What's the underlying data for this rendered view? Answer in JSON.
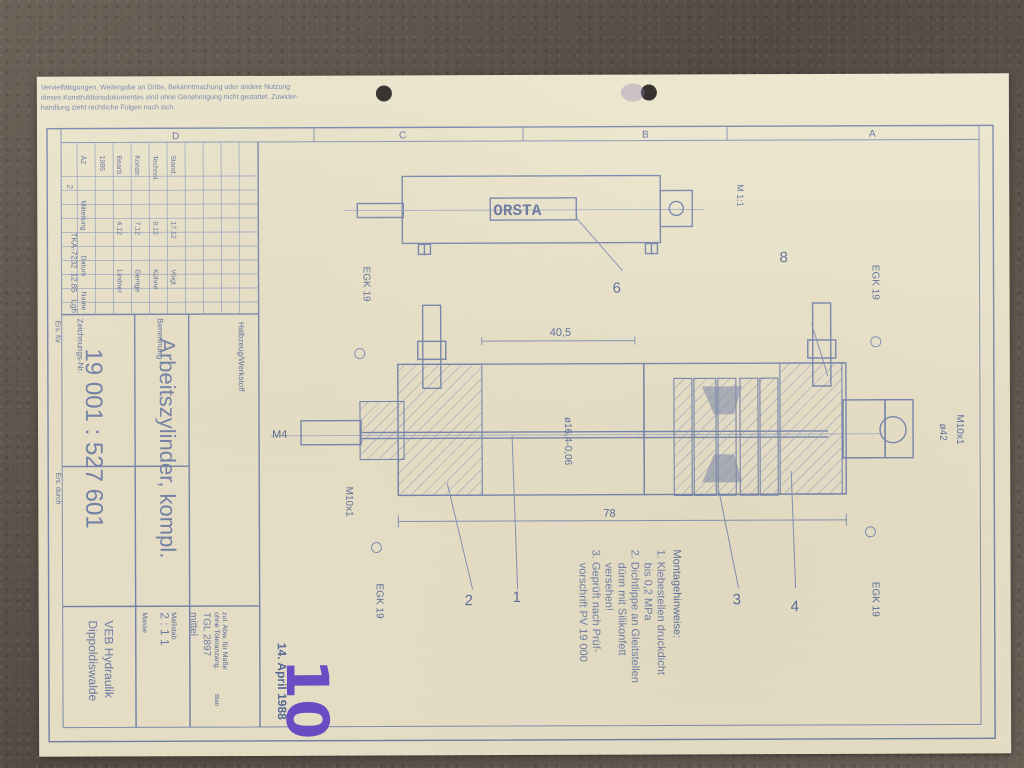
{
  "top_notice": {
    "line1": "Vervielfältigungen, Weitergabe an Dritte, Bekanntmachung oder andere Nutzung",
    "line2": "dieses Konstruktionsdokumentes sind ohne Genehmigung nicht gestattet. Zuwider-",
    "line3": "handlung zieht rechtliche Folgen nach sich."
  },
  "frame": {
    "top_zone_labels": [
      "D",
      "C",
      "B",
      "A"
    ]
  },
  "drawing": {
    "view_label": "M 1:1",
    "brand_label": "ORSTA",
    "callout_6": "6",
    "callout_8": "8",
    "callout_1": "1",
    "callout_2": "2",
    "callout_3": "3",
    "callout_4": "4",
    "egk_top_left": "EGK 19",
    "egk_top_right": "EGK 19",
    "egk_bottom_left": "EGK 19",
    "egk_bottom_right": "EGK 19",
    "dim_40_5": "40,5",
    "dim_78": "78",
    "dim_m4": "M4",
    "dim_m10x1_left": "M10x1",
    "dim_m10x1_right": "M10x1",
    "dim_phi42": "ø42",
    "dim_phi16_4": "ø16,4-0,06"
  },
  "notes": {
    "heading": "Montagehinweise:",
    "items": [
      "1. Klebestellen druckdicht",
      "bis 0,2 MPa",
      "2. Dichtlippe an Gleitstellen",
      "dünn mit Silikonfett",
      "versehen!",
      "3. Geprüft nach Prüf-",
      "vorschrift PV 19 000"
    ]
  },
  "title_block": {
    "rotated_name_label": "Benennung",
    "rotated_number_label": "Zeichnungs-Nr.",
    "part_name": "Arbeitszylinder, kompl.",
    "drawing_number": "19 001 : 527 601",
    "replacement_for": "Ers. für",
    "replaced_by": "Ers. durch",
    "material_label": "Halbzeug/Werkstoff",
    "company": "VEB Hydraulik",
    "city": "Dippoldiswalde",
    "scale_label": "Maßstab",
    "scale_value": "2 : 1  1",
    "mass_label": "Masse",
    "tolerance_label_1": "zul. Abw. für Maße",
    "tolerance_label_2": "ohne Toleranzang.",
    "tolerance_value_1": "TGL 2897",
    "tolerance_value_2": "mittel",
    "sheet_label": "Blatt",
    "revision": {
      "count": "2",
      "code": "TKA-7232",
      "date": "12.85",
      "signature": "Lgh"
    },
    "left_table": {
      "header_1": "ÄZ",
      "header_2": "Mitteilung",
      "header_3": "Datum",
      "header_4": "Name",
      "row1_label": "1985",
      "row2_label": "Bearb.",
      "row2_date": "4.12",
      "row2_name": "Lindner",
      "row3_label": "Konstr.",
      "row3_date": "7.12",
      "row3_name": "Gentge",
      "row4_label": "Technol.",
      "row4_date": "9.12",
      "row4_name": "Kühne",
      "row5_label": "Stand.",
      "row5_date": "17.12",
      "row5_name": "Voigt"
    }
  },
  "stamp": {
    "date": "14. April 1988",
    "number": "10"
  }
}
